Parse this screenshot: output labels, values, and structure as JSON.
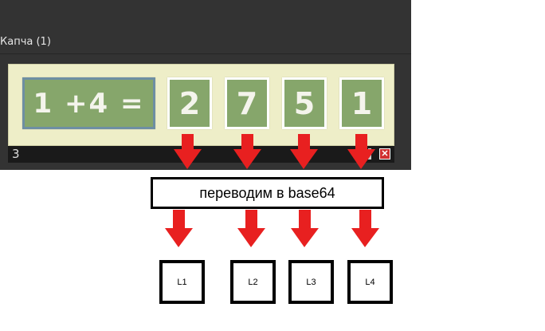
{
  "window": {
    "title": "Капча (1)"
  },
  "captcha": {
    "equation": "1 +4 =",
    "digits": [
      "2",
      "7",
      "5",
      "1"
    ],
    "answer": "3"
  },
  "annotation": {
    "label": "переводим в base64",
    "outputs": [
      "L1",
      "L2",
      "L3",
      "L4"
    ],
    "arrow_color": "#e82020"
  }
}
